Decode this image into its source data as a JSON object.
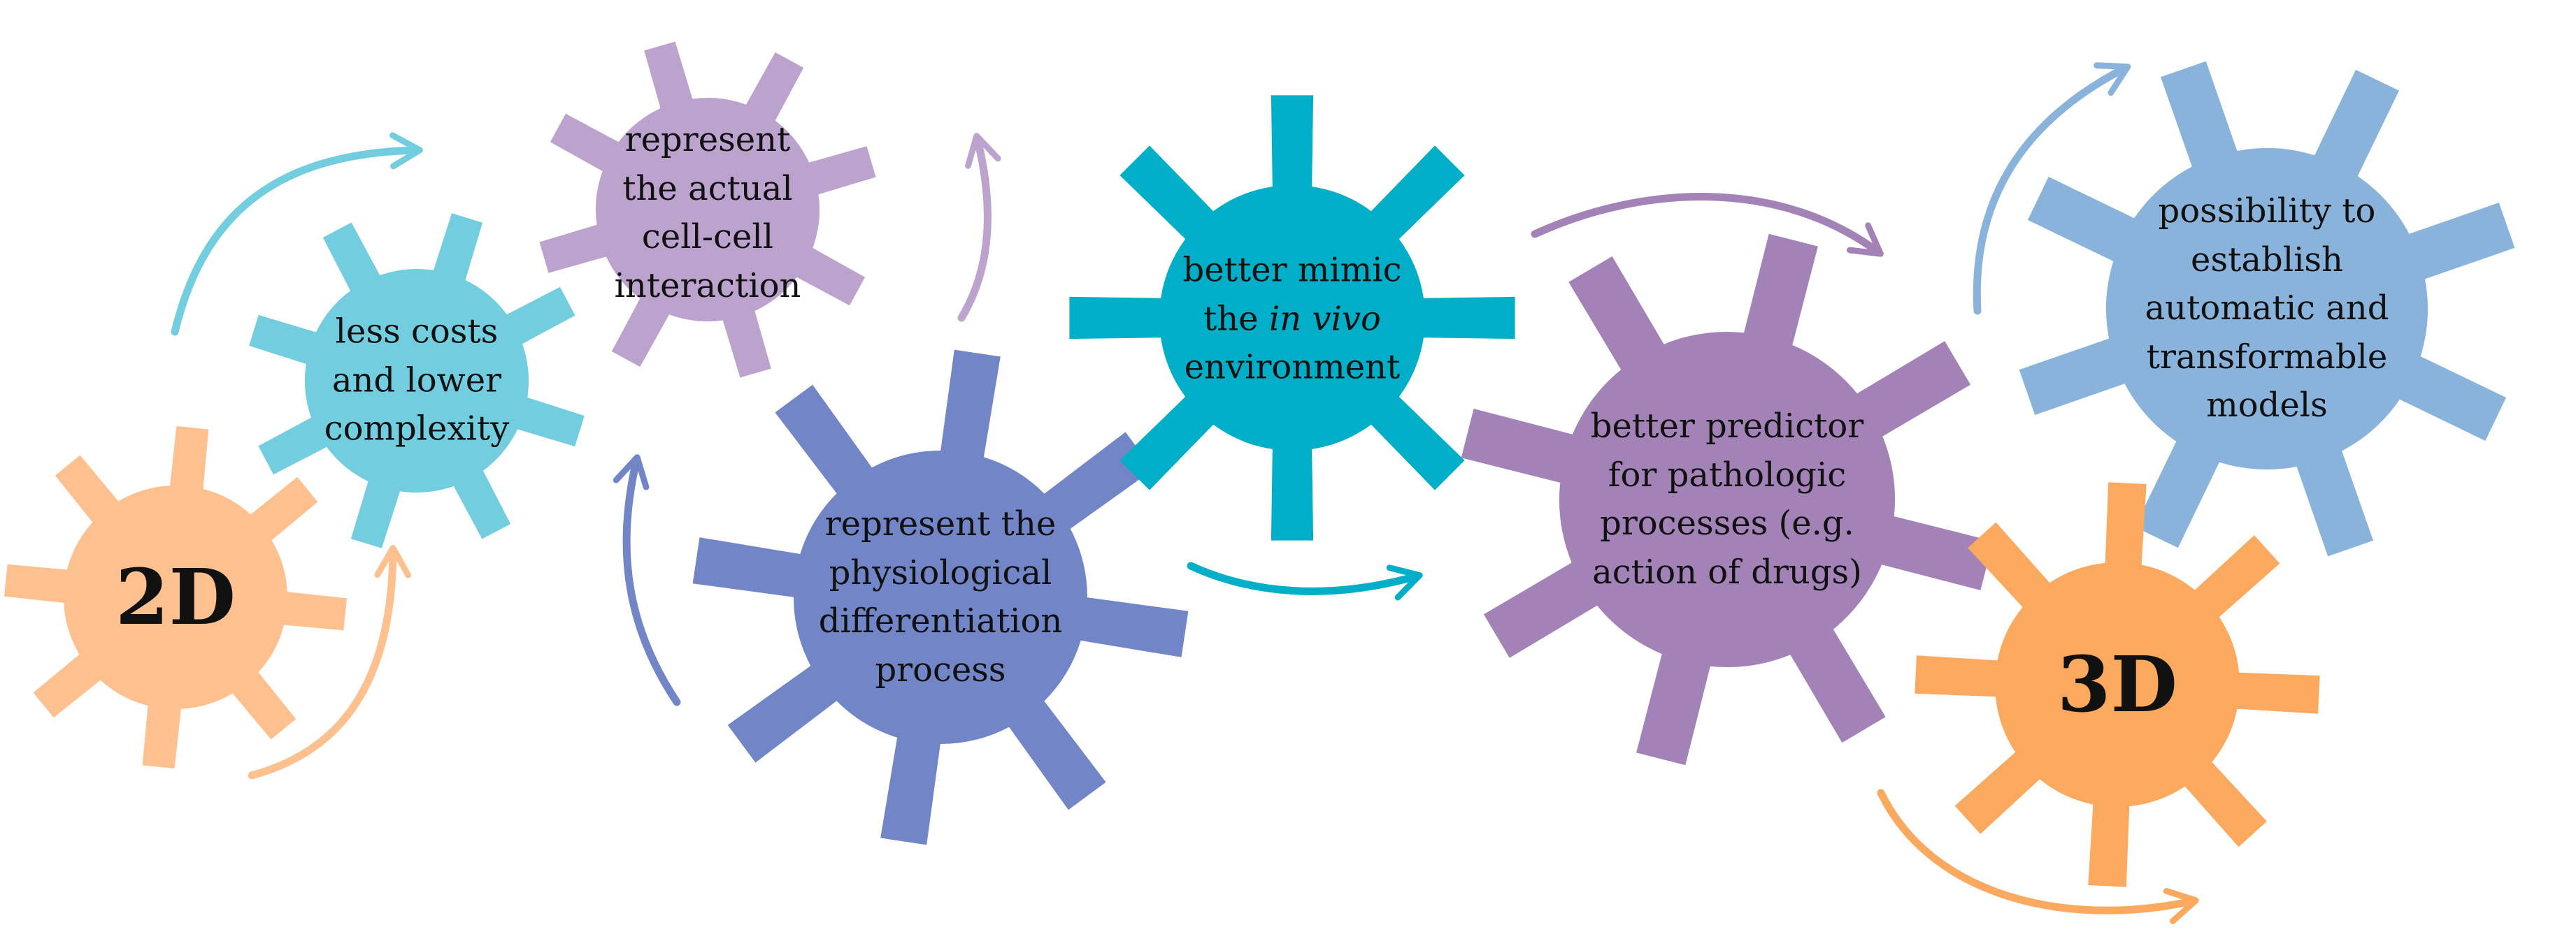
{
  "colors": {
    "orange_light": "#FDC08E",
    "cyan_light": "#72CDDF",
    "lavender": "#BBA3CD",
    "blue_violet": "#7285C7",
    "teal": "#00AFC7",
    "purple": "#A382B8",
    "sky_blue": "#8AB3DB",
    "orange": "#FBA95E"
  },
  "gears": [
    {
      "name": "gear-2d",
      "color": "orange_light",
      "lines": [
        "2D"
      ]
    },
    {
      "name": "gear-less-costs",
      "color": "cyan_light",
      "lines": [
        "less costs",
        "and lower",
        "complexity"
      ]
    },
    {
      "name": "gear-cell-interaction",
      "color": "lavender",
      "lines": [
        "represent",
        "the actual",
        "cell-cell",
        "interaction"
      ]
    },
    {
      "name": "gear-differentiation",
      "color": "blue_violet",
      "lines": [
        "represent the",
        "physiological",
        "differentiation",
        "process"
      ]
    },
    {
      "name": "gear-in-vivo",
      "color": "teal",
      "lines": [
        "better mimic",
        "the in vivo",
        "environment"
      ]
    },
    {
      "name": "gear-predictor",
      "color": "purple",
      "lines": [
        "better predictor",
        "for pathologic",
        "processes (e.g.",
        "action of drugs)"
      ]
    },
    {
      "name": "gear-automatic-models",
      "color": "sky_blue",
      "lines": [
        "possibility to",
        "establish",
        "automatic and",
        "transformable",
        "models"
      ]
    },
    {
      "name": "gear-3d",
      "color": "orange",
      "lines": [
        "3D"
      ]
    }
  ],
  "arrows": [
    {
      "name": "arrow-2d-to-less-costs",
      "color": "orange_light"
    },
    {
      "name": "arrow-less-costs-to-cell-interaction",
      "color": "cyan_light"
    },
    {
      "name": "arrow-cell-interaction-up",
      "color": "lavender"
    },
    {
      "name": "arrow-differentiation-up",
      "color": "blue_violet"
    },
    {
      "name": "arrow-in-vivo-right",
      "color": "teal"
    },
    {
      "name": "arrow-in-vivo-to-predictor",
      "color": "purple"
    },
    {
      "name": "arrow-3d-up",
      "color": "sky_blue"
    },
    {
      "name": "arrow-3d-right",
      "color": "orange"
    }
  ]
}
